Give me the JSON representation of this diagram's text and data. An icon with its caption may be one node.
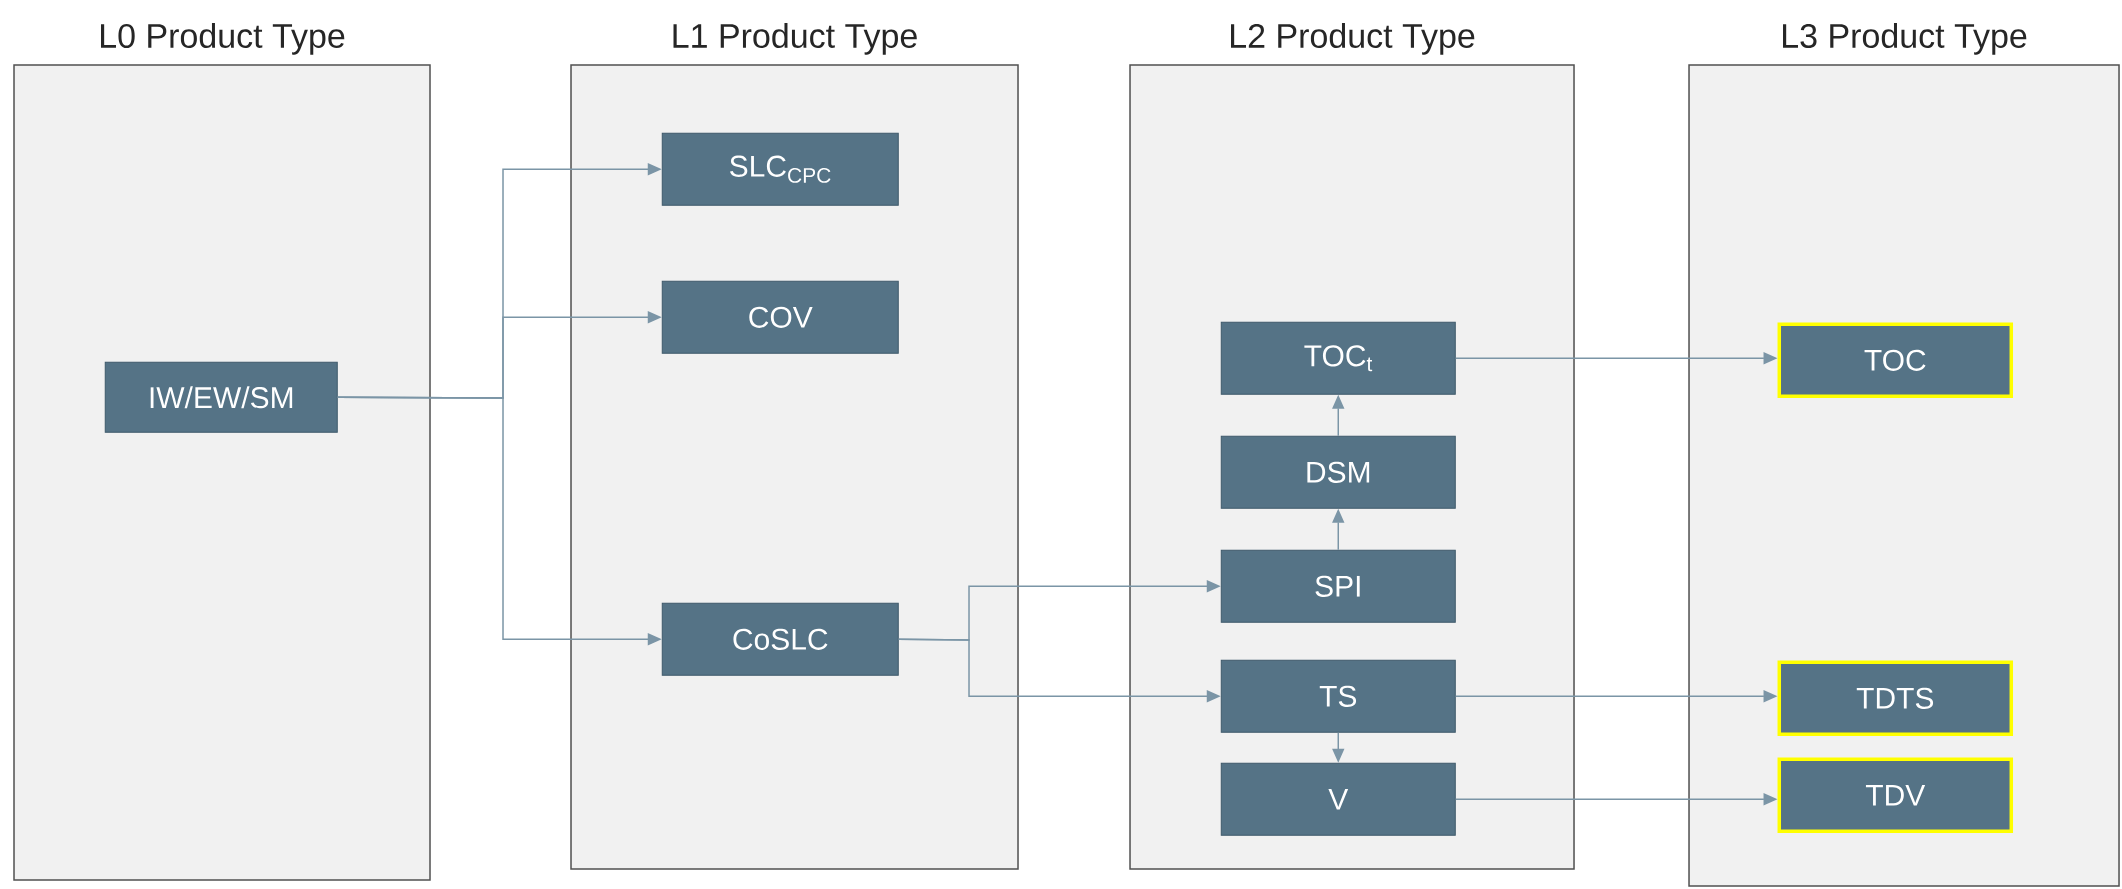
{
  "diagram": {
    "nodes": [
      {
        "text": [
          "L0 Product Type"
        ]
      },
      {
        "text": [
          "IW/EW/SM"
        ],
        "in": 0
      },
      {
        "text": [
          "L1 Product Type"
        ]
      },
      {
        "text": [
          "SLC$_{CPC}$"
        ],
        "in": 2
      },
      {
        "text": [
          "COV"
        ],
        "in": 2
      },
      {
        "text": [
          "CoSLC"
        ],
        "in": 2
      },
      {
        "text": [
          "L2 Product Type"
        ]
      },
      {
        "text": [
          "TOC$_{t}$"
        ],
        "in": 6
      },
      {
        "text": [
          "DSM"
        ],
        "in": 6
      },
      {
        "text": [
          "SPI"
        ],
        "in": 6
      },
      {
        "text": [
          "TS"
        ],
        "in": 6
      },
      {
        "text": [
          "V"
        ],
        "in": 6
      },
      {
        "text": [
          "L3 Product Type"
        ]
      },
      {
        "text": [
          "TOC"
        ],
        "in": 12
      },
      {
        "text": [
          "TDTS"
        ],
        "in": 12
      },
      {
        "text": [
          "TDV"
        ],
        "in": 12
      }
    ],
    "edges": [
      {
        "from": 1,
        "to": 3,
        "arrow": "to"
      },
      {
        "from": 1,
        "to": 4,
        "arrow": "to"
      },
      {
        "from": 1,
        "to": 5,
        "arrow": "to"
      },
      {
        "from": 5,
        "to": 9,
        "arrow": "to"
      },
      {
        "from": 5,
        "to": 10,
        "arrow": "to"
      },
      {
        "from": 9,
        "to": 8,
        "arrow": "to"
      },
      {
        "from": 8,
        "to": 7,
        "arrow": "to"
      },
      {
        "from": 10,
        "to": 11,
        "arrow": "to"
      },
      {
        "from": 7,
        "to": 13,
        "arrow": "to"
      },
      {
        "from": 10,
        "to": 14,
        "arrow": "to"
      },
      {
        "from": 11,
        "to": 15,
        "arrow": "to"
      }
    ]
  }
}
